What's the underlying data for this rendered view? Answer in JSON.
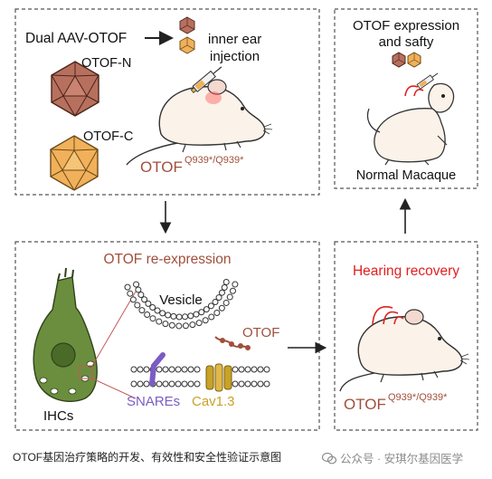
{
  "panel_top_left": {
    "label_dual": "Dual AAV-OTOF",
    "label_injection_line1": "inner ear",
    "label_injection_line2": "injection",
    "label_otof_n": "OTOF-N",
    "label_otof_c": "OTOF-C",
    "genotype_base": "OTOF",
    "genotype_sup": "Q939*/Q939*"
  },
  "panel_top_right": {
    "title_line1": "OTOF expression",
    "title_line2": "and safty",
    "label_macaque": "Normal Macaque"
  },
  "panel_bottom_left": {
    "title": "OTOF re-expression",
    "label_vesicle": "Vesicle",
    "label_otof": "OTOF",
    "label_snares": "SNAREs",
    "label_cav": "Cav1.3",
    "label_ihcs": "IHCs"
  },
  "panel_bottom_right": {
    "title": "Hearing recovery",
    "genotype_base": "OTOF",
    "genotype_sup": "Q939*/Q939*"
  },
  "caption": "OTOF基因治疗策略的开发、有效性和安全性验证示意图",
  "watermark": "公众号 · 安琪尔基因医学",
  "colors": {
    "red_text": "#e02020",
    "brown_text": "#a0503c",
    "snare_purple": "#7b5cc4",
    "cav_gold": "#c9a227",
    "cell_green": "#6b8e3e",
    "otof_n_fill": "#b8705e",
    "otof_c_fill": "#f0b15a"
  }
}
